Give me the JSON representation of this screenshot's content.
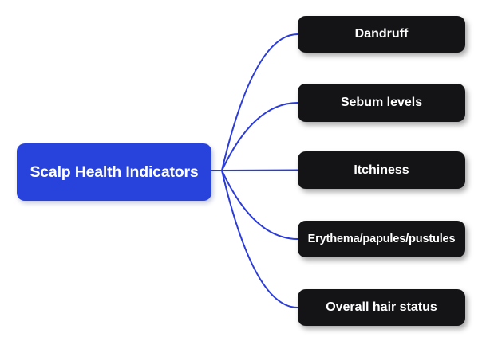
{
  "diagram": {
    "type": "mindmap",
    "root": {
      "label": "Scalp Health Indicators"
    },
    "children": [
      {
        "label": "Dandruff"
      },
      {
        "label": "Sebum levels"
      },
      {
        "label": "Itchiness"
      },
      {
        "label": "Erythema/papules/pustules"
      },
      {
        "label": "Overall hair status"
      }
    ],
    "colors": {
      "background": "#ffffff",
      "root_bg": "#2843dc",
      "root_text": "#ffffff",
      "child_bg": "#141316",
      "child_text": "#ffffff",
      "connector": "#2b3cd9"
    }
  }
}
